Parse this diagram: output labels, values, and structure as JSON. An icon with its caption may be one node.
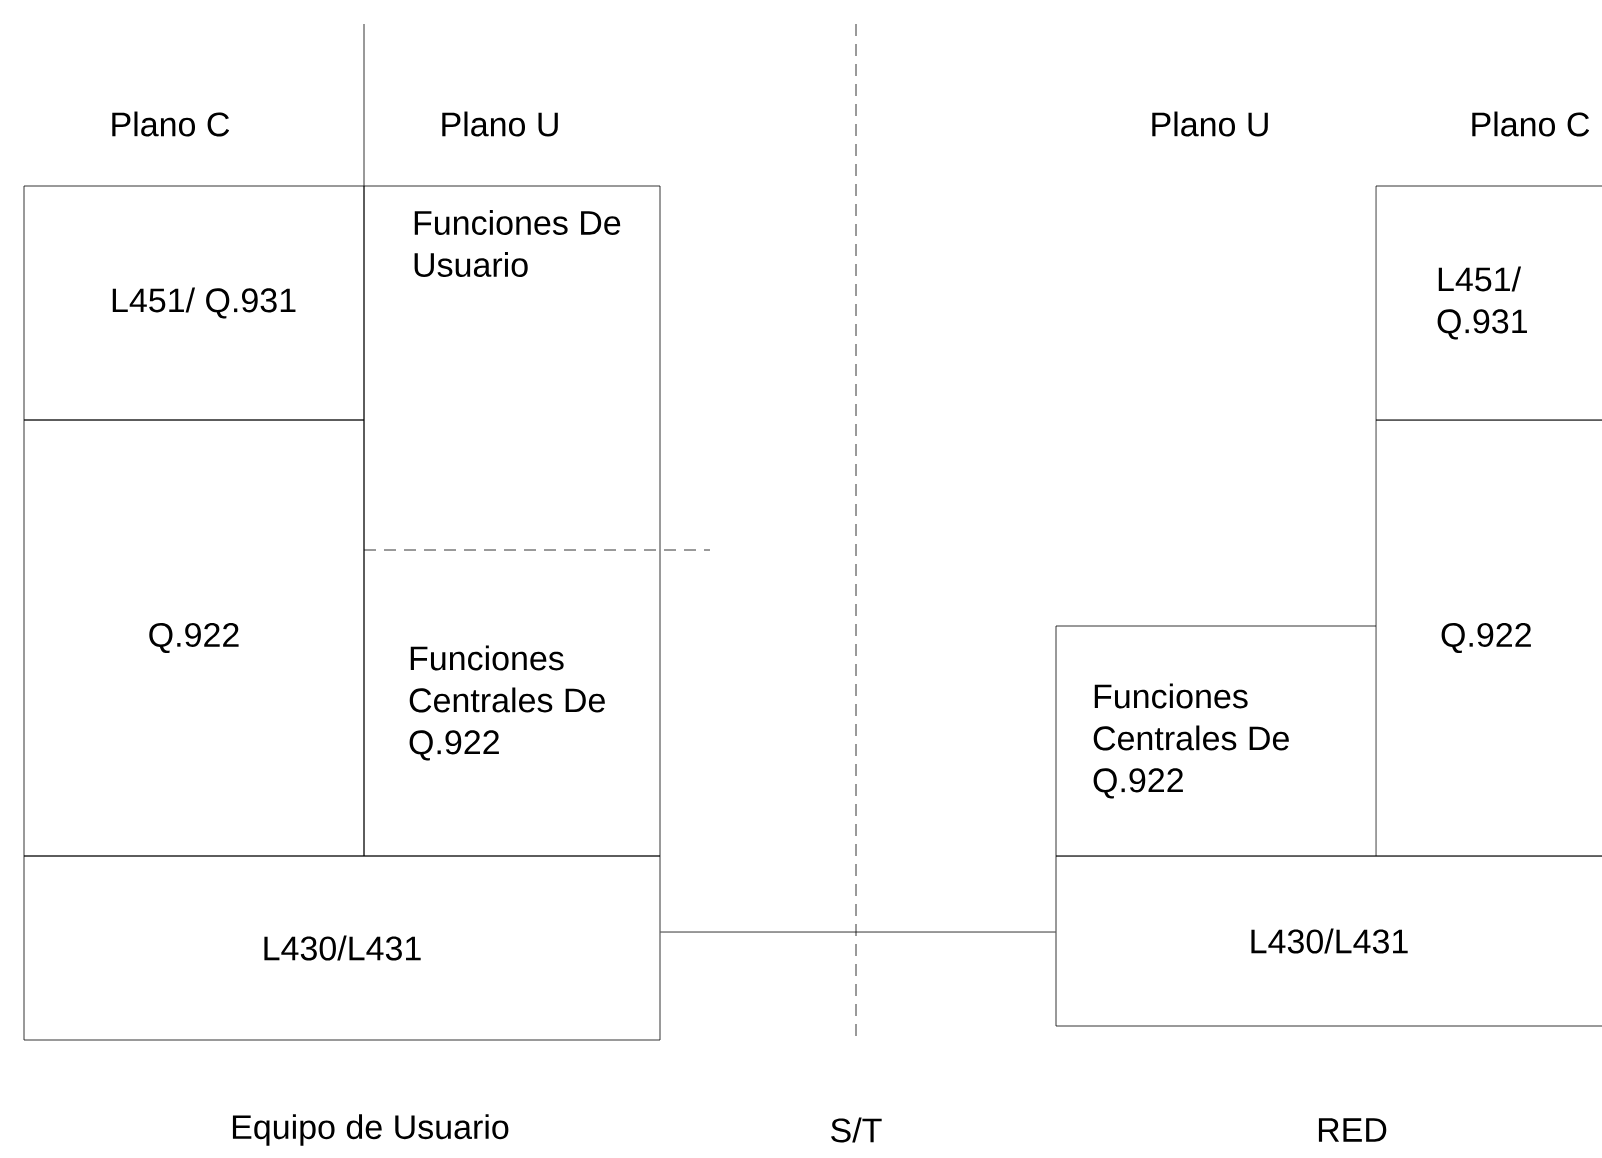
{
  "diagram": {
    "nodes": [
      {
        "text": [
          "L451/ Q.931"
        ]
      },
      {
        "text": [
          "Q.922"
        ]
      },
      {
        "text": [
          "Funciones De Usuario"
        ]
      },
      {
        "text": [
          "Funciones Centrales De Q.922"
        ]
      },
      {
        "text": [
          "L430/L431"
        ]
      },
      {
        "text": [
          "L451/ Q.931"
        ]
      },
      {
        "text": [
          "Q.922"
        ]
      },
      {
        "text": [
          "Funciones Centrales De Q.922"
        ]
      },
      {
        "text": [
          "L430/L431"
        ]
      }
    ],
    "edges": [
      {
        "from": 4,
        "to": 8,
        "arrow": "none"
      }
    ],
    "labels": [
      "Plano C",
      "Plano U",
      "Plano U",
      "Plano C",
      "Equipo de Usuario",
      "S/T",
      "RED"
    ]
  }
}
